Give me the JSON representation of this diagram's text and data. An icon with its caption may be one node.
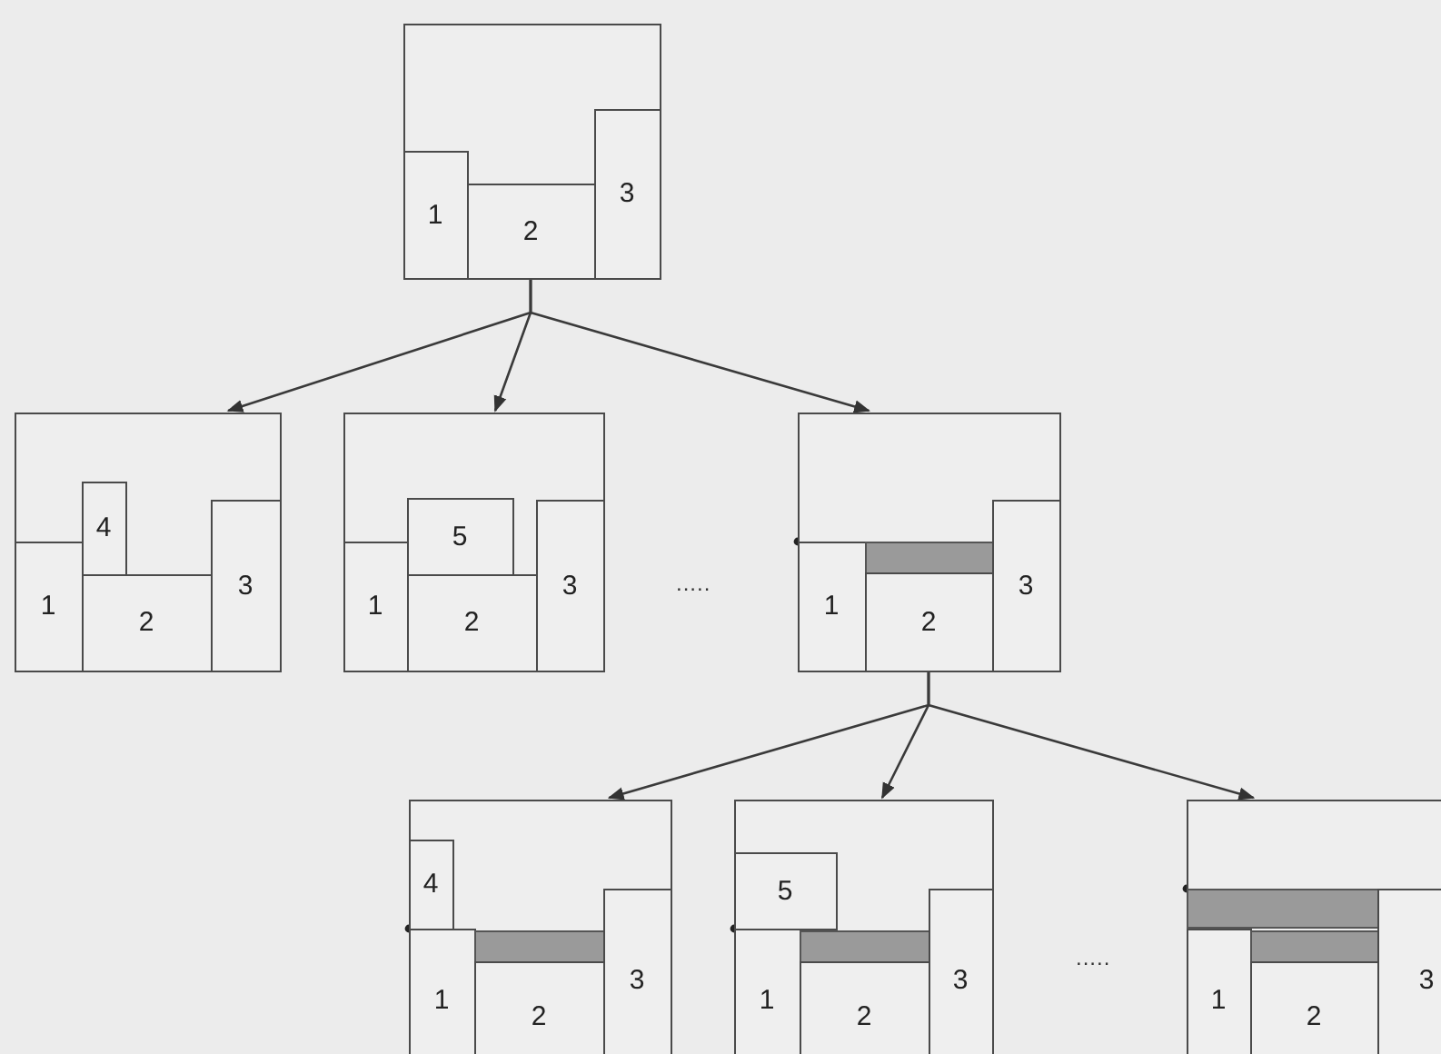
{
  "diagram": {
    "nodes": [
      {
        "text": [],
        "shape": "box"
      },
      {
        "text": [
          "1"
        ],
        "in": 0
      },
      {
        "text": [
          "2"
        ],
        "in": 0
      },
      {
        "text": [
          "3"
        ],
        "in": 0
      },
      {
        "text": [],
        "shape": "box"
      },
      {
        "text": [
          "1"
        ],
        "in": 4
      },
      {
        "text": [
          "4"
        ],
        "in": 4
      },
      {
        "text": [
          "2"
        ],
        "in": 4
      },
      {
        "text": [
          "3"
        ],
        "in": 4
      },
      {
        "text": [],
        "shape": "box"
      },
      {
        "text": [
          "1"
        ],
        "in": 9
      },
      {
        "text": [
          "5"
        ],
        "in": 9
      },
      {
        "text": [
          "2"
        ],
        "in": 9
      },
      {
        "text": [
          "3"
        ],
        "in": 9
      },
      {
        "text": [],
        "shape": "box"
      },
      {
        "text": [
          "1"
        ],
        "in": 14
      },
      {
        "text": [],
        "shape": "bar",
        "in": 14
      },
      {
        "text": [
          "2"
        ],
        "in": 14
      },
      {
        "text": [
          "3"
        ],
        "in": 14
      },
      {
        "text": [],
        "shape": "box"
      },
      {
        "text": [
          "4"
        ],
        "in": 19
      },
      {
        "text": [
          "1"
        ],
        "in": 19
      },
      {
        "text": [],
        "shape": "bar",
        "in": 19
      },
      {
        "text": [
          "2"
        ],
        "in": 19
      },
      {
        "text": [
          "3"
        ],
        "in": 19
      },
      {
        "text": [],
        "shape": "box"
      },
      {
        "text": [
          "5"
        ],
        "in": 25
      },
      {
        "text": [
          "1"
        ],
        "in": 25
      },
      {
        "text": [],
        "shape": "bar",
        "in": 25
      },
      {
        "text": [
          "2"
        ],
        "in": 25
      },
      {
        "text": [
          "3"
        ],
        "in": 25
      },
      {
        "text": [],
        "shape": "box"
      },
      {
        "text": [],
        "shape": "bar",
        "in": 31
      },
      {
        "text": [
          "1"
        ],
        "in": 31
      },
      {
        "text": [],
        "shape": "bar",
        "in": 31
      },
      {
        "text": [
          "2"
        ],
        "in": 31
      },
      {
        "text": [
          "3"
        ],
        "in": 31
      }
    ],
    "edges": [
      {
        "from": 0,
        "to": 4,
        "arrow": "to"
      },
      {
        "from": 0,
        "to": 9,
        "arrow": "to"
      },
      {
        "from": 0,
        "to": 14,
        "arrow": "to"
      },
      {
        "from": 14,
        "to": 19,
        "arrow": "to"
      },
      {
        "from": 14,
        "to": 25,
        "arrow": "to"
      },
      {
        "from": 14,
        "to": 31,
        "arrow": "to"
      }
    ],
    "labels": [
      ".....",
      "....."
    ]
  }
}
